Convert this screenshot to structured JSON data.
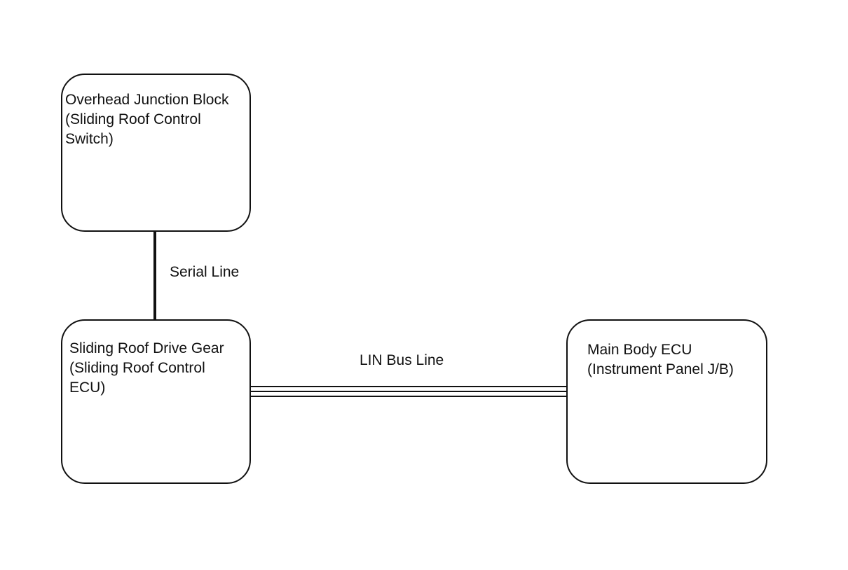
{
  "nodes": {
    "overhead_junction_block": {
      "lines": [
        "Overhead Junction Block",
        "(Sliding Roof Control",
        "Switch)"
      ]
    },
    "sliding_roof_drive_gear": {
      "lines": [
        "Sliding Roof Drive Gear",
        "(Sliding Roof Control",
        "ECU)"
      ]
    },
    "main_body_ecu": {
      "lines": [
        "Main Body ECU",
        "(Instrument Panel J/B)"
      ]
    }
  },
  "connections": {
    "serial_line": {
      "label": "Serial Line",
      "from": "overhead_junction_block",
      "to": "sliding_roof_drive_gear",
      "style": "single"
    },
    "lin_bus_line": {
      "label": "LIN Bus Line",
      "from": "sliding_roof_drive_gear",
      "to": "main_body_ecu",
      "style": "triple"
    }
  },
  "colors": {
    "stroke": "#111111",
    "background": "#ffffff"
  }
}
